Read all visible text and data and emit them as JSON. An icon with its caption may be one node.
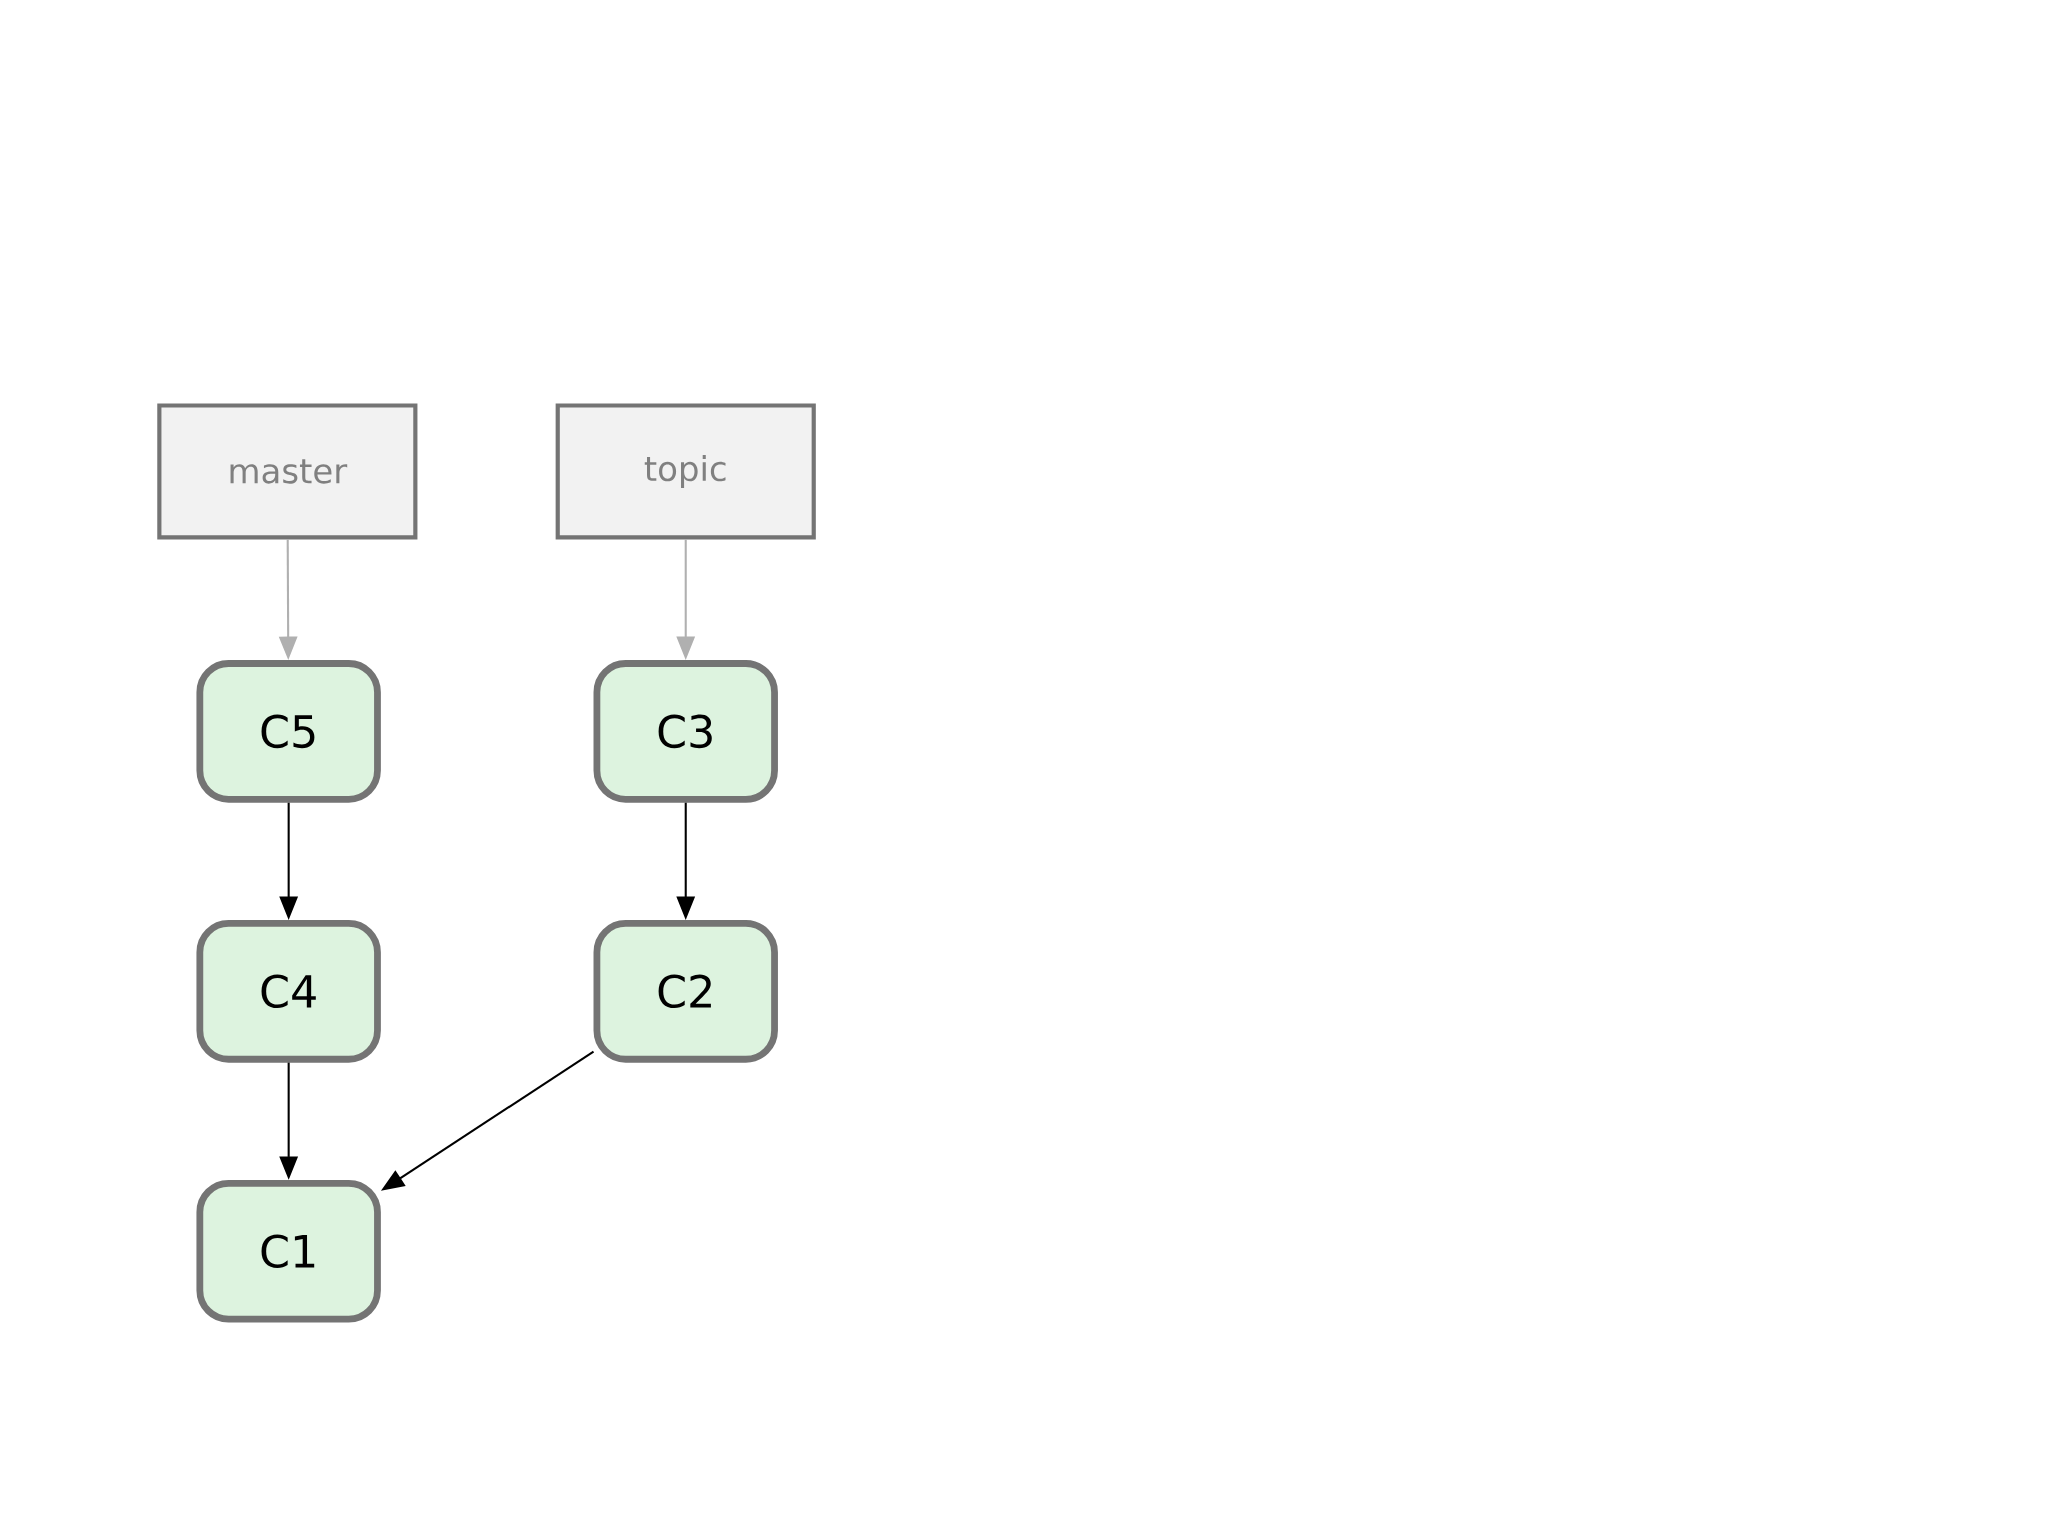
{
  "diagram": {
    "nodes": [
      {
        "text": [
          "master"
        ]
      },
      {
        "text": [
          "topic"
        ]
      },
      {
        "text": [
          "C5"
        ]
      },
      {
        "text": [
          "C3"
        ]
      },
      {
        "text": [
          "C4"
        ]
      },
      {
        "text": [
          "C2"
        ]
      },
      {
        "text": [
          "C1"
        ]
      }
    ],
    "edges": [
      {
        "from": 0,
        "to": 2,
        "arrow": "to",
        "color": "#b0b0b0"
      },
      {
        "from": 1,
        "to": 3,
        "arrow": "to",
        "color": "#b0b0b0"
      },
      {
        "from": 2,
        "to": 4,
        "arrow": "to"
      },
      {
        "from": 3,
        "to": 5,
        "arrow": "to"
      },
      {
        "from": 4,
        "to": 6,
        "arrow": "to"
      },
      {
        "from": 5,
        "to": 6,
        "arrow": "to"
      }
    ]
  }
}
